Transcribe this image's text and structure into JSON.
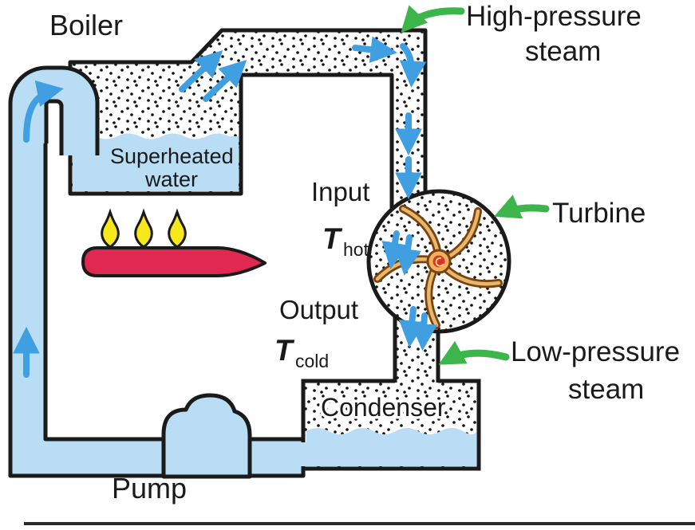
{
  "diagram": {
    "type": "steam-engine-cycle-diagram",
    "labels": {
      "boiler": "Boiler",
      "superheated_line1": "Superheated",
      "superheated_line2": "water",
      "high_pressure_line1": "High-pressure",
      "high_pressure_line2": "steam",
      "turbine": "Turbine",
      "low_pressure_line1": "Low-pressure",
      "low_pressure_line2": "steam",
      "input": "Input",
      "t_hot_symbol": "T",
      "t_hot_subscript": "hot",
      "output": "Output",
      "t_cold_symbol": "T",
      "t_cold_subscript": "cold",
      "condenser": "Condenser",
      "pump": "Pump"
    },
    "colors": {
      "water_blue": "#b8ddf5",
      "arrow_blue": "#3f9fe0",
      "arrow_green": "#3cb54a",
      "flame_yellow": "#f7e81c",
      "heater_red": "#e02850",
      "label_magenta": "#e0218a",
      "outline_black": "#1a1a1a",
      "blade_tan": "#e8b86a"
    },
    "icons": {
      "flow_arrow": "flow-arrow-icon",
      "pointer_arrow": "pointer-arrow-icon",
      "flame": "flame-icon"
    }
  }
}
